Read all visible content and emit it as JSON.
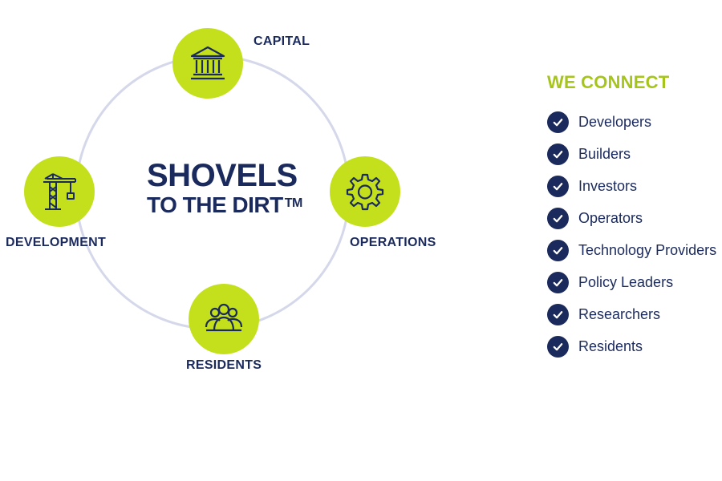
{
  "diagram": {
    "title_line1": "SHOVELS",
    "title_line2": "TO THE DIRT",
    "trademark": "TM",
    "nodes": [
      {
        "label": "CAPITAL",
        "icon": "bank-building-icon"
      },
      {
        "label": "DEVELOPMENT",
        "icon": "construction-crane-icon"
      },
      {
        "label": "OPERATIONS",
        "icon": "gear-icon"
      },
      {
        "label": "RESIDENTS",
        "icon": "people-group-icon"
      }
    ]
  },
  "connect": {
    "heading": "WE CONNECT",
    "items": [
      "Developers",
      "Builders",
      "Investors",
      "Operators",
      "Technology Providers",
      "Policy Leaders",
      "Researchers",
      "Residents"
    ],
    "check_icon": "checkmark-circle-icon"
  },
  "colors": {
    "navy": "#1b2a5c",
    "lime": "#c4e01c",
    "heading_green": "#a6c51a",
    "ring": "#d5d8ea"
  }
}
